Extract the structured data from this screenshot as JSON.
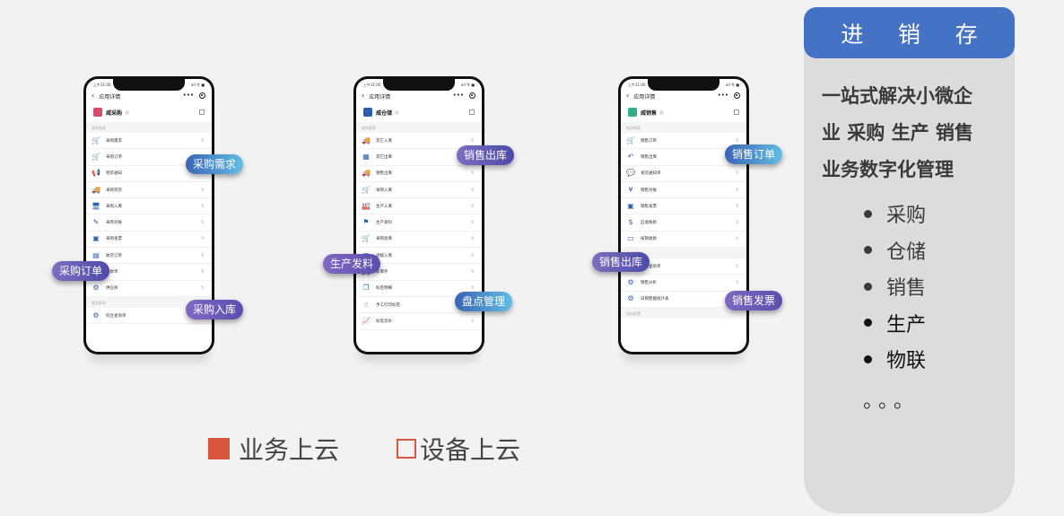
{
  "phone_common": {
    "status": "上午11:00",
    "signal": "all 令 ■",
    "nav_title": "应用详情",
    "more": "•••",
    "sort_icon": "⇅"
  },
  "phones": [
    {
      "app_name": "威采购",
      "app_color": "#d84a6a",
      "section1": "相关报表",
      "rows": [
        {
          "icon": "cart-icon",
          "glyph": "🛒",
          "label": "采购需求"
        },
        {
          "icon": "cart-icon",
          "glyph": "🛒",
          "label": "采购订单"
        },
        {
          "icon": "megaphone-icon",
          "glyph": "📢",
          "label": "到货通知"
        },
        {
          "icon": "truck-icon",
          "glyph": "🚚",
          "label": "采购到货"
        },
        {
          "icon": "monitor-icon",
          "glyph": "🖥",
          "label": "采购入库"
        },
        {
          "icon": "reconcile-icon",
          "glyph": "✎",
          "label": "采购对账"
        },
        {
          "icon": "image-icon",
          "glyph": "▣",
          "label": "采购发票"
        },
        {
          "icon": "order-icon",
          "glyph": "▤",
          "label": "收货订单"
        },
        {
          "icon": "receipt-icon",
          "glyph": "☰",
          "label": "付款单"
        },
        {
          "icon": "gear-icon",
          "glyph": "⚙",
          "label": "供应商"
        }
      ],
      "section2": "相关报表",
      "rows2": [
        {
          "icon": "gear-icon",
          "glyph": "⚙",
          "label": "综合查询单"
        }
      ]
    },
    {
      "app_name": "威仓储",
      "app_color": "#2d5fb1",
      "section1": "相关报表",
      "rows": [
        {
          "icon": "truck-icon",
          "glyph": "🚚",
          "label": "其它入库"
        },
        {
          "icon": "grid-icon",
          "glyph": "▦",
          "label": "其它出库"
        },
        {
          "icon": "truck-icon",
          "glyph": "🚚",
          "label": "销售出库"
        },
        {
          "icon": "cart-icon",
          "glyph": "🛒",
          "label": "采购入库"
        },
        {
          "icon": "factory-icon",
          "glyph": "🏭",
          "label": "生产入库"
        },
        {
          "icon": "flag-icon",
          "glyph": "⚑",
          "label": "生产发料"
        },
        {
          "icon": "cart-icon",
          "glyph": "🛒",
          "label": "采购退库"
        },
        {
          "icon": "book-icon",
          "glyph": "▥",
          "label": "调拨入库"
        },
        {
          "icon": "bus-icon",
          "glyph": "🚌",
          "label": "新库存"
        },
        {
          "icon": "copy-icon",
          "glyph": "❐",
          "label": "标签明细"
        },
        {
          "icon": "hand-icon",
          "glyph": "☝",
          "label": "手工打印标签"
        },
        {
          "icon": "chart-icon",
          "glyph": "📈",
          "label": "标签流水"
        }
      ]
    },
    {
      "app_name": "威销售",
      "app_color": "#2fae8a",
      "section1": "相关报表",
      "rows": [
        {
          "icon": "cart-icon",
          "glyph": "🛒",
          "label": "销售订单"
        },
        {
          "icon": "return-icon",
          "glyph": "↶",
          "label": "销售出库"
        },
        {
          "icon": "chat-icon",
          "glyph": "💬",
          "label": "发货通知单"
        },
        {
          "icon": "yen-icon",
          "glyph": "¥",
          "label": "销售对账"
        },
        {
          "icon": "invoice-icon",
          "glyph": "▣",
          "label": "销售发票"
        },
        {
          "icon": "dollar-icon",
          "glyph": "$",
          "label": "应收账款"
        },
        {
          "icon": "card-icon",
          "glyph": "▭",
          "label": "核销收款"
        }
      ],
      "section2": "相关报表",
      "rows2": [
        {
          "icon": "gear-icon",
          "glyph": "⚙",
          "label": "综合查询单"
        },
        {
          "icon": "gear-icon",
          "glyph": "⚙",
          "label": "销售分析"
        },
        {
          "icon": "gear-icon",
          "glyph": "⚙",
          "label": "日销售额统计表"
        }
      ],
      "section3": "相关配置"
    }
  ],
  "tags": {
    "p1_demand": "采购需求",
    "p1_order": "采购订单",
    "p1_inbound": "采购入库",
    "p2_outbound": "销售出库",
    "p2_issue": "生产发料",
    "p2_count": "盘点管理",
    "p3_order": "销售订单",
    "p3_outbound": "销售出库",
    "p3_invoice": "销售发票"
  },
  "legend": {
    "filled": "业务上云",
    "empty": "设备上云"
  },
  "panel": {
    "header": [
      "进",
      "销",
      "存"
    ],
    "desc": [
      "一站式解决小微企",
      "业 采购 生产 销售",
      "业务数字化管理"
    ],
    "items": [
      "采购",
      "仓储",
      "销售",
      "生产",
      "物联"
    ],
    "ellipsis": "。。。"
  },
  "colors": {
    "accent": "#4472c4",
    "legend": "#d9583d",
    "panel_bg": "#dcdcdc"
  }
}
